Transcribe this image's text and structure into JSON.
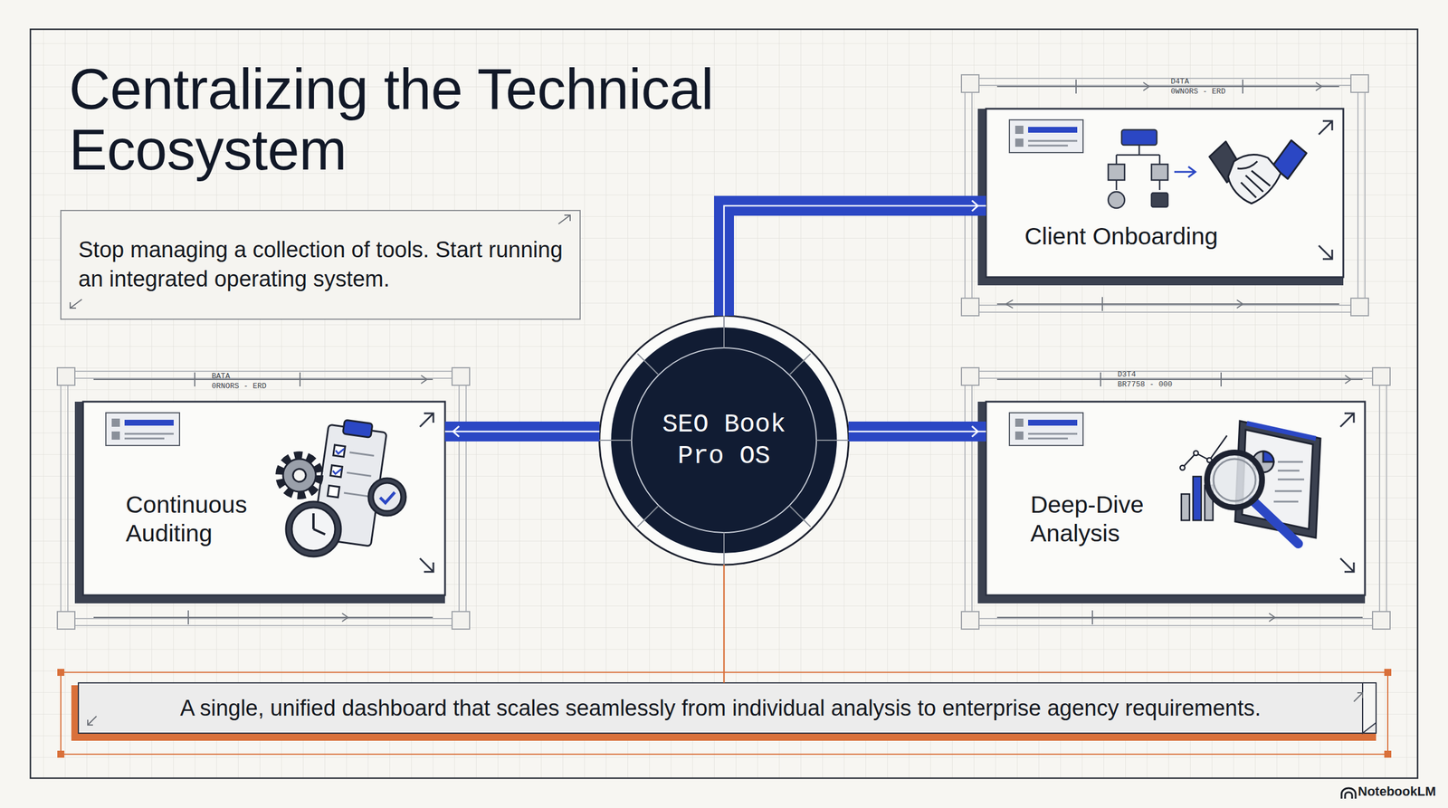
{
  "diagram": {
    "title": "Centralizing the Technical Ecosystem",
    "nodes": [
      {
        "text": [
          "Stop managing a collection of tools. Start running an integrated operating system."
        ]
      },
      {
        "text": [
          "Client Onboarding"
        ]
      },
      {
        "text": [
          "Continuous Auditing"
        ]
      },
      {
        "text": [
          "SEO Book Pro OS"
        ]
      },
      {
        "text": [
          "Deep-Dive Analysis"
        ]
      },
      {
        "text": [
          "A single, unified dashboard that scales seamlessly from individual analysis to enterprise agency requirements."
        ]
      }
    ],
    "edges": [
      {
        "from": 3,
        "to": 1,
        "arrow": "to"
      },
      {
        "from": 3,
        "to": 2,
        "arrow": "to"
      },
      {
        "from": 3,
        "to": 4,
        "arrow": "to"
      },
      {
        "from": 3,
        "to": 5,
        "arrow": "none"
      }
    ],
    "labels": [
      "D4TA",
      "0WNORS - ERD",
      "BATA",
      "0RNORS - ERD",
      "D3T4",
      "BR7758 - 000",
      "NotebookLM"
    ]
  }
}
